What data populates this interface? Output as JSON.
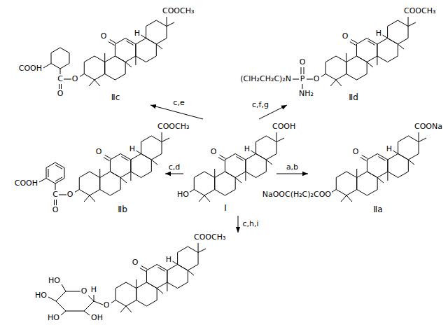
{
  "diagram": {
    "nodes": [
      {
        "text": [
          "COOCH₃",
          "O",
          "H",
          "COOH",
          "C",
          "O",
          "O",
          "Ⅱc"
        ]
      },
      {
        "text": [
          "COOCH₃",
          "O",
          "H",
          "O",
          "(ClH₂CH₂C)₂N",
          "P",
          "O",
          "NH₂",
          "Ⅱd"
        ]
      },
      {
        "text": [
          "COOCH₃",
          "O",
          "H",
          "COOH",
          "C",
          "O",
          "O",
          "Ⅱb"
        ]
      },
      {
        "text": [
          "COOH",
          "O",
          "H",
          "HO",
          "Ⅰ"
        ]
      },
      {
        "text": [
          "COONa",
          "O",
          "H",
          "NaOOC(H₂C)₂COO",
          "Ⅱa"
        ]
      },
      {
        "text": [
          "COOCH₃",
          "O",
          "H",
          "O",
          "O",
          "H",
          "HO",
          "HO",
          "HO",
          "OH"
        ]
      }
    ],
    "edges": [
      {
        "from": 3,
        "to": 0,
        "arrow": "to",
        "label": "c,e"
      },
      {
        "from": 3,
        "to": 1,
        "arrow": "to",
        "label": "c,f,g"
      },
      {
        "from": 3,
        "to": 2,
        "arrow": "to",
        "label": "c,d"
      },
      {
        "from": 3,
        "to": 4,
        "arrow": "to",
        "label": "a,b"
      },
      {
        "from": 3,
        "to": 5,
        "arrow": "to",
        "label": "c,h,i"
      }
    ]
  }
}
